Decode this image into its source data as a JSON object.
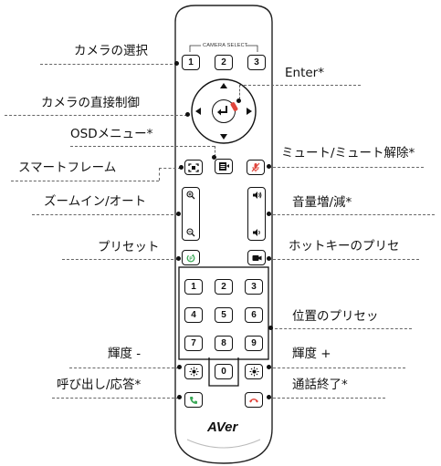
{
  "remote": {
    "camera_select_title": "CAMERA SELECT",
    "brand": "AVer",
    "camera_buttons": [
      "1",
      "2",
      "3"
    ],
    "number_pad": [
      "1",
      "2",
      "3",
      "4",
      "5",
      "6",
      "7",
      "8",
      "9",
      "0"
    ]
  },
  "labels": {
    "camera_select": "カメラの選択",
    "enter": "Enter*",
    "camera_direct_control": "カメラの直接制御",
    "osd_menu": "OSDメニュー*",
    "mute_unmute": "ミュート/ミュート解除*",
    "smart_frame": "スマートフレーム",
    "zoom_in_auto": "ズームイン/オート",
    "volume_up_down": "音量増/減*",
    "preset": "プリセット",
    "hotkey_preset": "ホットキーのプリセ",
    "position_preset": "位置のプリセッ",
    "brightness_minus": "輝度 -",
    "brightness_plus": "輝度 +",
    "call_answer": "呼び出し/応答*",
    "end_call": "通話終了*"
  },
  "colors": {
    "accent_red": "#e0453c",
    "accent_green": "#3aa856",
    "outline": "#111111"
  },
  "icons": {
    "smart_frame": "frame-icon",
    "osd_menu": "menu-icon",
    "mute": "mic-mute-icon",
    "zoom_in": "zoom-in-icon",
    "zoom_out": "zoom-out-icon",
    "volume_up": "speaker-up-icon",
    "volume_down": "speaker-down-icon",
    "preset": "preset-icon",
    "hotkey": "camera-hotkey-icon",
    "brightness": "sun-icon",
    "call": "phone-answer-icon",
    "hangup": "phone-hangup-icon",
    "enter": "enter-return-icon",
    "arrows": "direction-arrows-icon"
  }
}
